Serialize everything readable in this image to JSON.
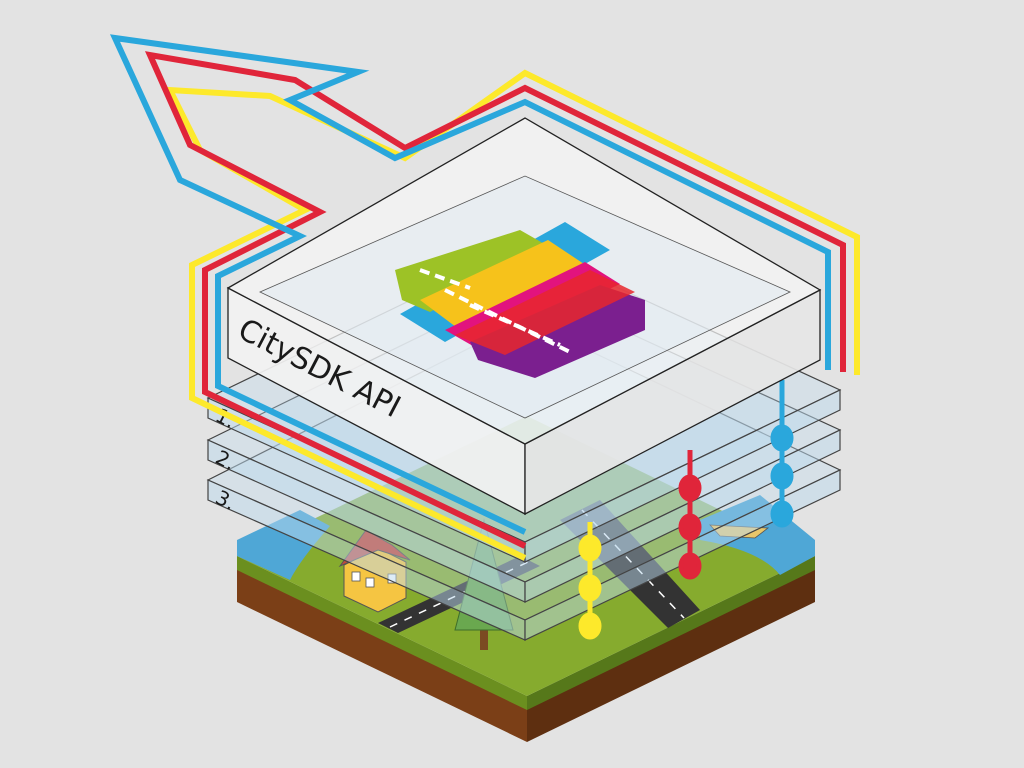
{
  "diagram": {
    "api_label": "CitySDK API",
    "layers": [
      {
        "label": "1."
      },
      {
        "label": "2."
      },
      {
        "label": "3."
      }
    ]
  },
  "colors": {
    "background": "#e3e3e3",
    "stream_blue": "#2aa7dc",
    "stream_red": "#e0253a",
    "stream_yellow": "#fde92b",
    "grass": "#7fa32a",
    "soil": "#8a4a1e",
    "water": "#4fa7d6",
    "road": "#3a3a3a",
    "house": "#f5c542",
    "roof": "#c44a3c",
    "glass": "#bcd9ee"
  },
  "icons": {
    "arrow": "upward-arrow-icon",
    "tree": "tree-icon",
    "house": "house-icon",
    "boat": "boat-icon",
    "logo": "citysdk-logo-icon"
  }
}
